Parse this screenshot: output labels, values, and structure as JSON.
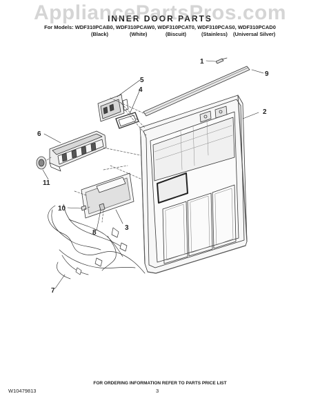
{
  "watermark": "AppliancePartsPros.com",
  "title": "INNER DOOR PARTS",
  "models_line": "For Models: WDF310PCAB0, WDF310PCAW0, WDF310PCAT0, WDF310PCAS0, WDF310PCAD0",
  "colors": [
    "(Black)",
    "(White)",
    "(Biscuit)",
    "(Stainless)",
    "(Universal Silver)"
  ],
  "callouts": [
    "1",
    "2",
    "3",
    "4",
    "5",
    "6",
    "7",
    "8",
    "9",
    "10",
    "11"
  ],
  "footer_note": "FOR ORDERING INFORMATION REFER TO PARTS PRICE LIST",
  "doc_id": "W10479813",
  "page_number": "3"
}
